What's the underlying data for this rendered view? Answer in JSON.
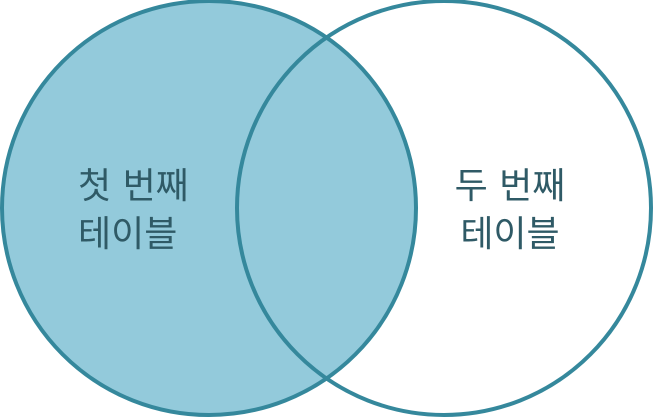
{
  "diagram": {
    "type": "venn-two-set",
    "left_set": {
      "label_line1": "첫 번째",
      "label_line2": "테이블",
      "highlighted": true
    },
    "right_set": {
      "label_line1": "두 번째",
      "label_line2": "테이블",
      "highlighted": false
    },
    "colors": {
      "fill": "#93cadb",
      "stroke": "#35889c",
      "text": "#2f5a66",
      "background": "#ffffff"
    }
  }
}
